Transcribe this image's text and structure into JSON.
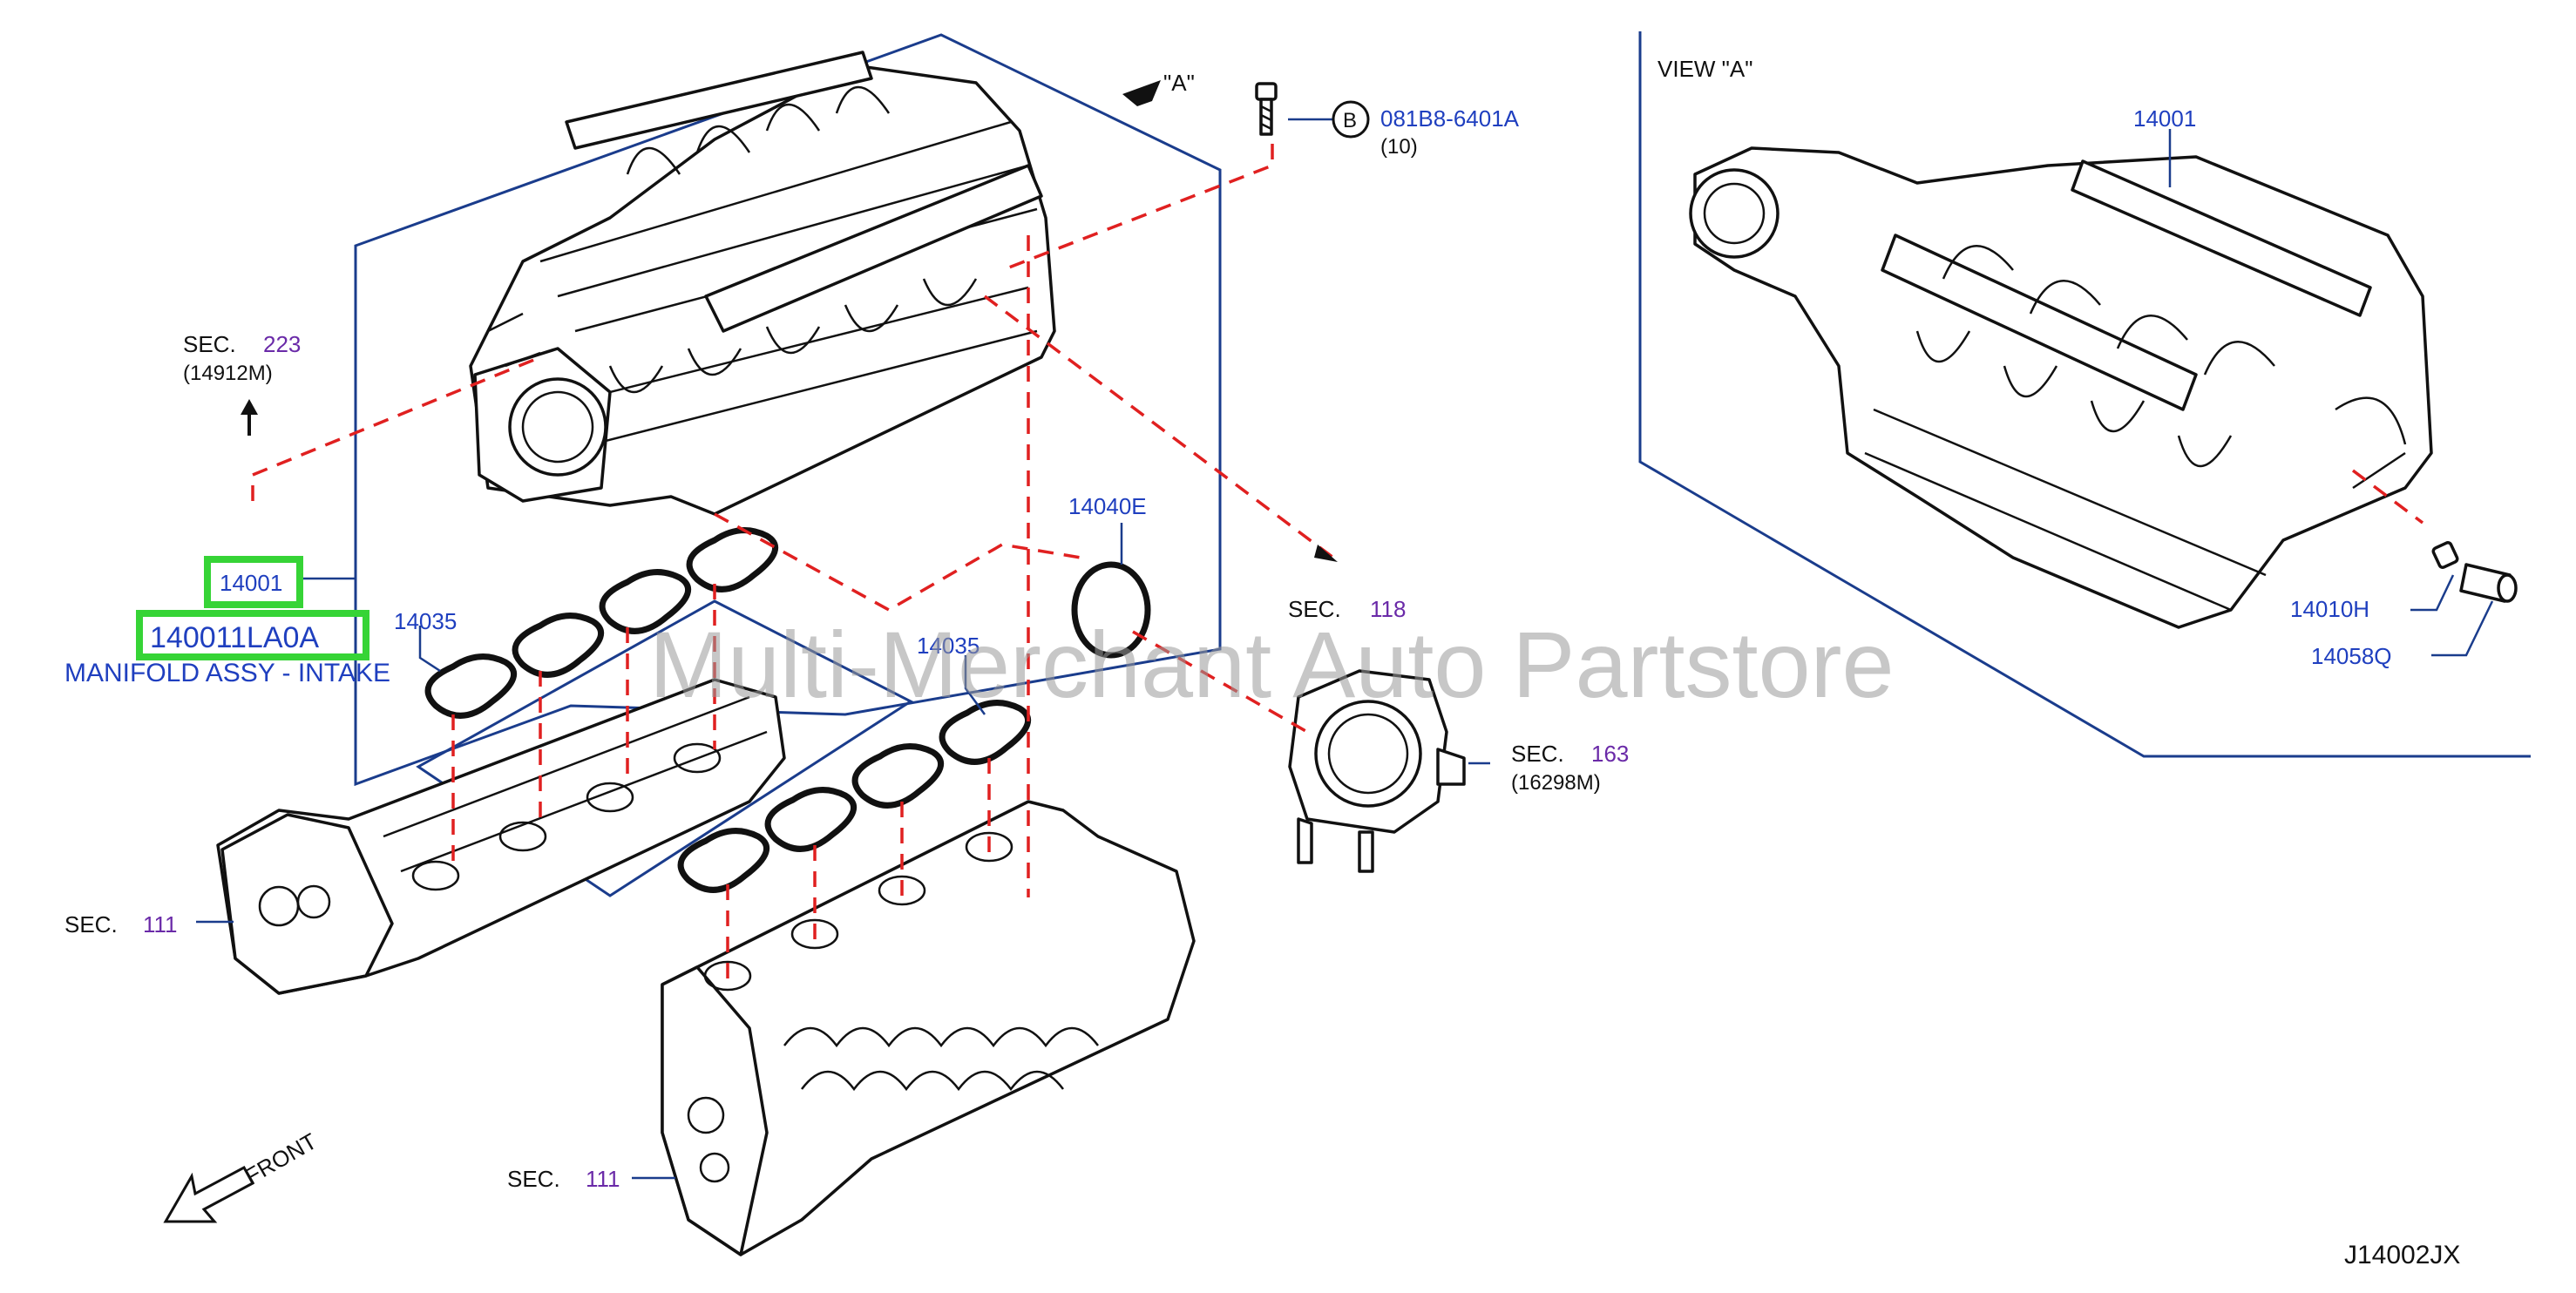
{
  "view_label": "VIEW  \"A\"",
  "view_arrow_label": "\"A\"",
  "watermark": "Multi-Merchant Auto Partstore",
  "diagram_code": "J14002JX",
  "front_label": "FRONT",
  "highlight": {
    "part_number": "14001",
    "part_code": "140011LA0A",
    "part_name": "MANIFOLD ASSY - INTAKE",
    "highlight_color": "#36d436"
  },
  "parts": [
    {
      "number": "14001"
    },
    {
      "number": "14035"
    },
    {
      "number": "14035"
    },
    {
      "number": "14040E"
    },
    {
      "number": "14010H"
    },
    {
      "number": "14058Q"
    }
  ],
  "bolt": {
    "circle_letter": "B",
    "number": "081B8-6401A",
    "qty": "(10)"
  },
  "sections": [
    {
      "prefix": "SEC.",
      "num": "223",
      "sub": "(14912M)"
    },
    {
      "prefix": "SEC.",
      "num": "118",
      "sub": ""
    },
    {
      "prefix": "SEC.",
      "num": "163",
      "sub": "(16298M)"
    },
    {
      "prefix": "SEC.",
      "num": "111",
      "sub": ""
    },
    {
      "prefix": "SEC.",
      "num": "111",
      "sub": ""
    }
  ],
  "colors": {
    "outline": "#1a3c8c",
    "leader_dash": "#e02020",
    "part_number_text": "#1f3fbf",
    "section_number_text": "#6a2aa8"
  }
}
